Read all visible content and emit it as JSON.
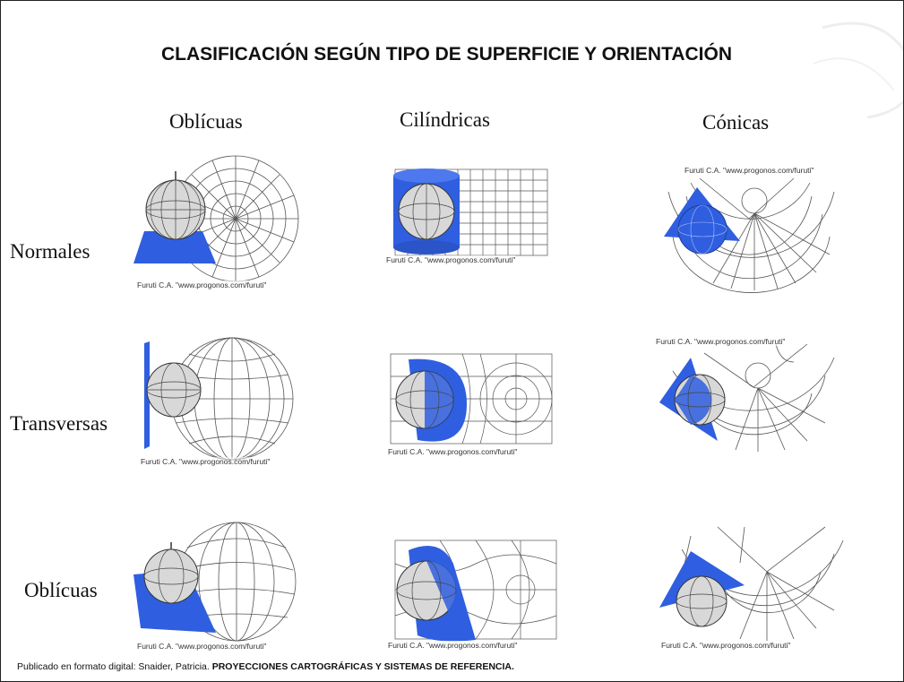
{
  "title": "CLASIFICACIÓN SEGÚN TIPO DE SUPERFICIE Y ORIENTACIÓN",
  "columns": [
    "Oblícuas",
    "Cilíndricas",
    "Cónicas"
  ],
  "rows": [
    "Normales",
    "Transversas",
    "Oblícuas"
  ],
  "credit": "Furuti C.A. \"www.progonos.com/furuti\"",
  "footer": {
    "prefix": "Publicado en formato digital: Snaider, Patricia. ",
    "bold": "PROYECCIONES CARTOGRÁFICAS Y SISTEMAS DE REFERENCIA."
  },
  "colors": {
    "surface": "#2f5fe0",
    "grid": "#555555",
    "globe_light": "#ffffff",
    "globe_dark": "#555555"
  }
}
